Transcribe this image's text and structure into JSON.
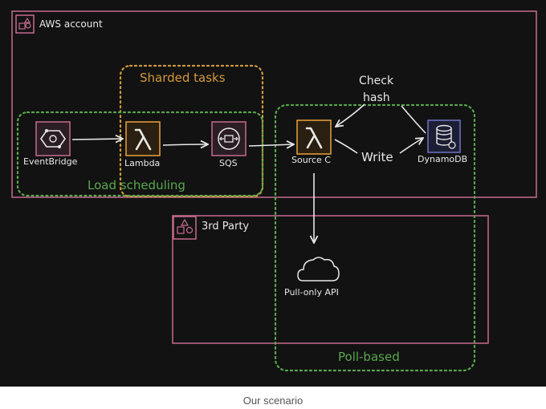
{
  "diagram": {
    "aws_account": {
      "label": "AWS account"
    },
    "third_party": {
      "label": "3rd Party"
    },
    "groups": {
      "sharded_tasks": "Sharded tasks",
      "load_scheduling": "Load scheduling",
      "poll_based": "Poll-based"
    },
    "nodes": {
      "eventbridge": "EventBridge",
      "lambda": "Lambda",
      "sqs": "SQS",
      "source_c": "Source C",
      "dynamodb": "DynamoDB",
      "api": "Pull-only API"
    },
    "edge_labels": {
      "check_hash_1": "Check",
      "check_hash_2": "hash",
      "write": "Write"
    },
    "colors": {
      "background": "#121212",
      "account_border": "#c86a8f",
      "orange": "#d39a3c",
      "green": "#58a84c",
      "icon_border": "#c86a8f",
      "lambda_accent": "#e9a23b",
      "text": "#e8e8e8"
    }
  },
  "caption": "Our scenario"
}
